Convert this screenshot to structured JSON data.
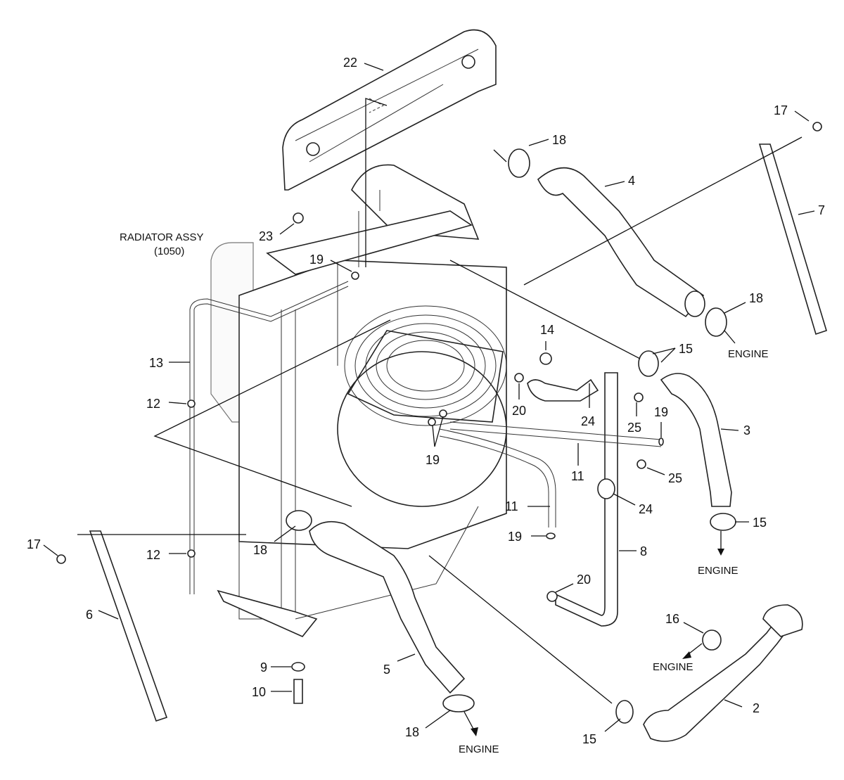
{
  "diagram": {
    "assembly_label": "RADIATOR ASSY",
    "assembly_code": "(1050)",
    "engine_label": "ENGINE",
    "callouts": {
      "c22": "22",
      "c17a": "17",
      "c18a": "18",
      "c4": "4",
      "c7": "7",
      "c23": "23",
      "c19a": "19",
      "c18b": "18",
      "c14": "14",
      "c15a": "15",
      "c13": "13",
      "c12a": "12",
      "c20a": "20",
      "c24a": "24",
      "c25a": "25",
      "c19b": "19",
      "c3": "3",
      "c19c": "19",
      "c11a": "11",
      "c25b": "25",
      "c11b": "11",
      "c24b": "24",
      "c15b": "15",
      "c17b": "17",
      "c12b": "12",
      "c18c": "18",
      "c19d": "19",
      "c8": "8",
      "c20b": "20",
      "c6": "6",
      "c16": "16",
      "c9": "9",
      "c5": "5",
      "c10": "10",
      "c2": "2",
      "c18d": "18",
      "c15c": "15"
    }
  }
}
